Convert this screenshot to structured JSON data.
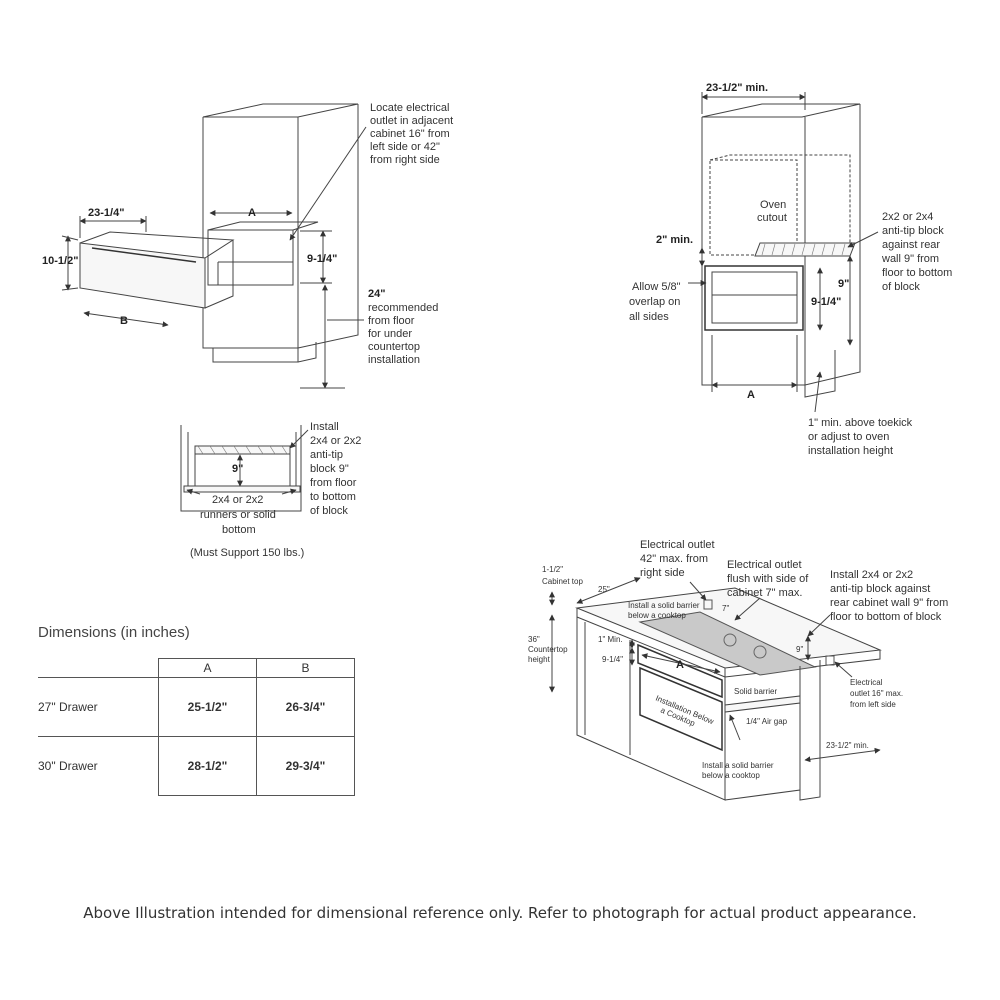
{
  "fig1": {
    "outlet_note": [
      "Locate electrical",
      "outlet in adjacent",
      "cabinet 16\" from",
      "left side or 42\"",
      "from right side"
    ],
    "dim_width": "23-1/4\"",
    "dim_height": "10-1/2\"",
    "dim_a": "A",
    "dim_b": "B",
    "dim_opening": "9-1/4\"",
    "dim_floor": "24\"",
    "floor_note": [
      "recommended",
      "from floor",
      "for under",
      "countertop",
      "installation"
    ]
  },
  "fig2": {
    "dim_9": "9\"",
    "install_note": [
      "Install",
      "2x4 or 2x2",
      "anti-tip",
      "block 9\"",
      "from floor",
      "to bottom",
      "of block"
    ],
    "runner_note": [
      "2x4 or 2x2",
      "runners or solid",
      "bottom"
    ],
    "support_note": "(Must Support 150 lbs.)"
  },
  "fig3": {
    "dim_width": "23-1/2\" min.",
    "oven_cutout": [
      "Oven",
      "cutout"
    ],
    "dim_2": "2\" min.",
    "overlap_note": [
      "Allow 5/8\"",
      "overlap on",
      "all sides"
    ],
    "block_note": [
      "2x2 or 2x4",
      "anti-tip block",
      "against rear",
      "wall 9\" from",
      "floor to bottom",
      "of block"
    ],
    "dim_9": "9\"",
    "dim_914": "9-1/4\"",
    "dim_a": "A",
    "toekick_note": [
      "1\" min. above toekick",
      "or adjust to oven",
      "installation height"
    ]
  },
  "fig4": {
    "outlet42": [
      "Electrical outlet",
      "42\" max. from",
      "right side"
    ],
    "outlet7": [
      "Electrical outlet",
      "flush with side of",
      "cabinet 7\" max."
    ],
    "antitip": [
      "Install 2x4 or 2x2",
      "anti-tip block against",
      "rear cabinet wall 9\" from",
      "floor to bottom of block"
    ],
    "cabinet_top": [
      "1-1/2\"",
      "Cabinet top"
    ],
    "dim_25": "25\"",
    "barrier_top": [
      "Install a solid barrier",
      "below a cooktop"
    ],
    "dim_7": "7\"",
    "dim_1min": "1\" Min.",
    "dim_914": "9-1/4\"",
    "dim_a": "A",
    "dim_9": "9\"",
    "countertop": [
      "36\"",
      "Countertop",
      "height"
    ],
    "solid_barrier": "Solid barrier",
    "air_gap": "1/4\" Air gap",
    "drawer_text": [
      "Installation Below",
      "a Cooktop"
    ],
    "barrier_bottom": [
      "Install a solid barrier",
      "below a cooktop"
    ],
    "outlet16": [
      "Electrical",
      "outlet 16\" max.",
      "from left side"
    ],
    "dim_2312": "23-1/2\" min."
  },
  "table": {
    "title": "Dimensions (in inches)",
    "headers": [
      "",
      "A",
      "B"
    ],
    "rows": [
      {
        "label": "27\" Drawer",
        "a": "25-1/2\"",
        "b": "26-3/4\""
      },
      {
        "label": "30\" Drawer",
        "a": "28-1/2\"",
        "b": "29-3/4\""
      }
    ]
  },
  "footer": "Above Illustration intended for dimensional reference only. Refer to photograph for actual product appearance."
}
